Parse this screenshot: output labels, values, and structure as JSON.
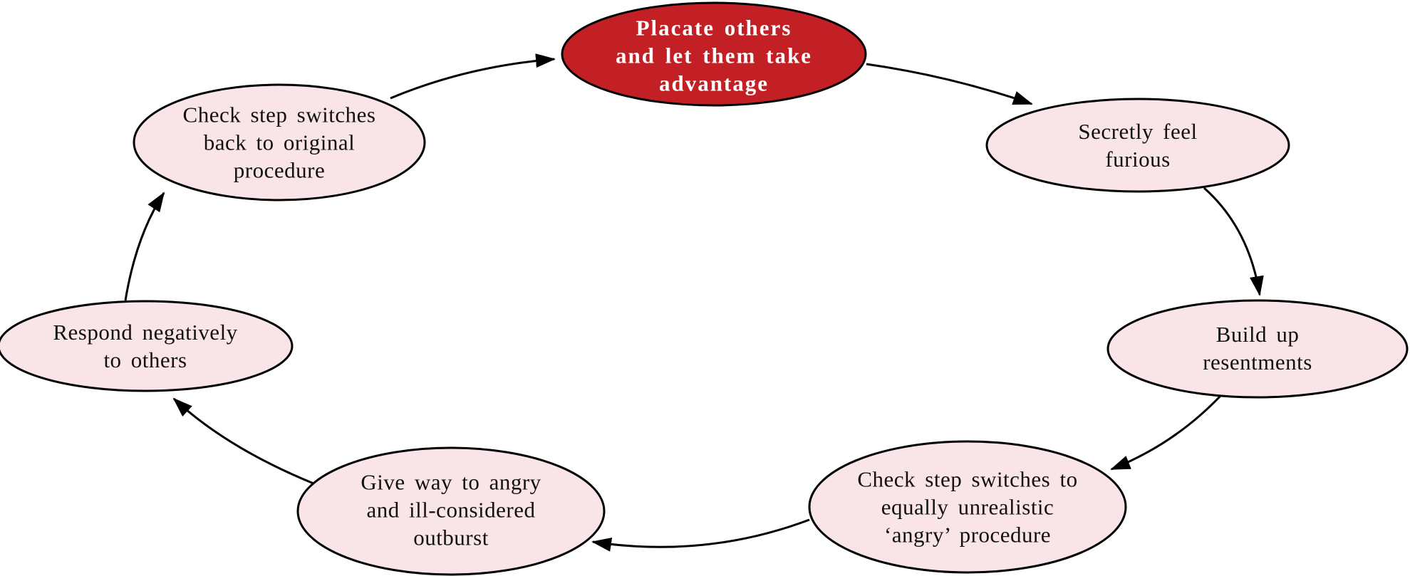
{
  "diagram": {
    "type": "cycle",
    "description": "Vicious cycle of placating others leading to angry outburst and back",
    "colors": {
      "highlight_fill": "#c32026",
      "highlight_text": "#ffffff",
      "node_fill": "#f9e4e7",
      "node_stroke": "#000000",
      "arrow": "#000000"
    },
    "nodes": {
      "placate": {
        "label": "Placate others\nand let them take\nadvantage",
        "emphasis": true
      },
      "furious": {
        "label": "Secretly feel\nfurious",
        "emphasis": false
      },
      "resentments": {
        "label": "Build up\nresentments",
        "emphasis": false
      },
      "check_angry": {
        "label": "Check step switches to\nequally unrealistic\n‘angry’ procedure",
        "emphasis": false
      },
      "outburst": {
        "label": "Give way to angry\nand ill-considered\noutburst",
        "emphasis": false
      },
      "respond": {
        "label": "Respond negatively\nto others",
        "emphasis": false
      },
      "check_original": {
        "label": "Check step switches\nback to original\nprocedure",
        "emphasis": false
      }
    },
    "edges": [
      {
        "from": "check_original",
        "to": "placate"
      },
      {
        "from": "placate",
        "to": "furious"
      },
      {
        "from": "furious",
        "to": "resentments"
      },
      {
        "from": "resentments",
        "to": "check_angry"
      },
      {
        "from": "check_angry",
        "to": "outburst"
      },
      {
        "from": "outburst",
        "to": "respond"
      },
      {
        "from": "respond",
        "to": "check_original"
      }
    ]
  }
}
